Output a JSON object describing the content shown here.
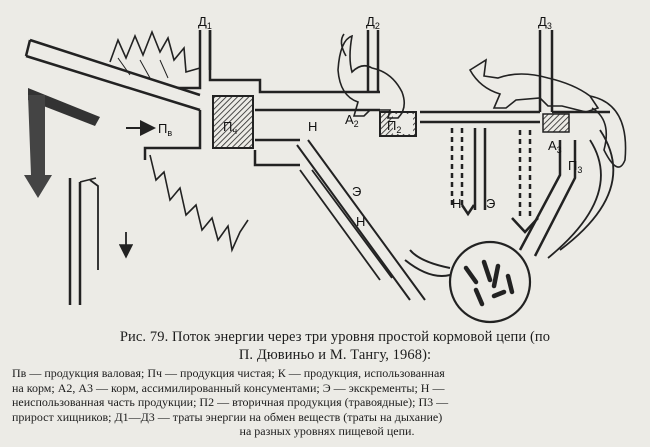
{
  "figure": {
    "labels": {
      "pv": "П",
      "pv_sub": "в",
      "pch": "П",
      "pch_sub": "ч",
      "d1": "Д",
      "d1_sub": "1",
      "d2": "Д",
      "d2_sub": "2",
      "d3": "Д",
      "d3_sub": "3",
      "n_top": "Н",
      "a2": "А",
      "a2_sub": "2",
      "p2": "П",
      "p2_sub": "2",
      "a3": "А",
      "a3_sub": "3",
      "p3": "П",
      "p3_sub": "3",
      "e1": "Э",
      "n1": "Н",
      "n2": "Н",
      "e2": "Э"
    }
  },
  "caption": {
    "title_line1": "Рис. 79. Поток энергии через три уровня простой кормовой цепи (по",
    "title_line2": "П. Дювиньо и М. Тангу, 1968):",
    "legend_line1": "Пв — продукция валовая; Пч — продукция чистая; К — продукция, использованная",
    "legend_line2": "на корм; А2, А3 — корм, ассимилированный консументами; Э — экскременты; Н —",
    "legend_line3": "неиспользованная часть продукции; П2 — вторичная продукция (травоядные); П3 —",
    "legend_line4": "прирост хищников; Д1—Д3 — траты энергии на обмен веществ (траты на дыхание)",
    "legend_line5": "на разных уровнях пищевой цепи."
  }
}
